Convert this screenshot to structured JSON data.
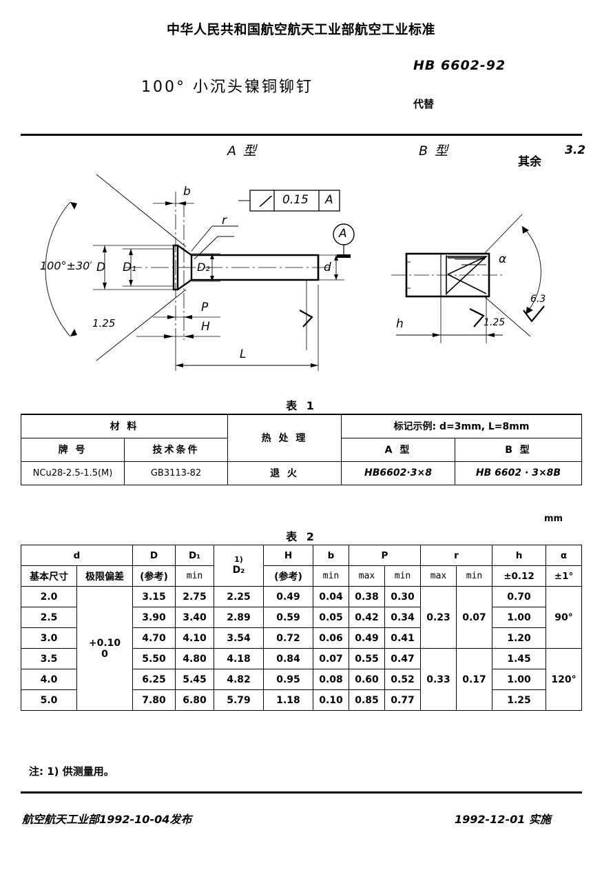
{
  "header": {
    "ministry_title": "中华人民共和国航空航天工业部航空工业标准",
    "main_title": "100° 小沉头镍铜铆钉",
    "standard_number": "HB 6602-92",
    "replaces_label": "代替"
  },
  "drawing": {
    "type_a_label": "A 型",
    "type_b_label": "B 型",
    "roughness_note": "其余",
    "roughness_value": "3.2",
    "angle_head": "100°±30′",
    "dim_D": "D",
    "dim_D1": "D₁",
    "dim_D2": "D₂",
    "dim_d": "d",
    "dim_b": "b",
    "dim_r": "r",
    "dim_P": "P",
    "dim_H": "H",
    "dim_L": "L",
    "dim_h": "h",
    "dim_alpha": "α",
    "datum_label": "A",
    "tolerance_symbol": "⟋",
    "tolerance_value": "0.15",
    "tolerance_datum": "A",
    "surface_a_1": "1.25",
    "surface_b_1": "1.25",
    "surface_b_2": "6.3"
  },
  "table1": {
    "caption": "表  1",
    "headers": {
      "material": "材          料",
      "grade": "牌      号",
      "spec": "技术条件",
      "heat_treatment": "热  处  理",
      "marking_example": "标记示例: d=3mm, L=8mm",
      "type_a": "A    型",
      "type_b": "B    型"
    },
    "row": {
      "grade": "NCu28-2.5-1.5(M)",
      "spec": "GB3113-82",
      "heat_treatment": "退      火",
      "mark_a": "HB6602·3×8",
      "mark_b": "HB 6602 ·  3×8B"
    }
  },
  "table2": {
    "caption": "表  2",
    "unit": "mm",
    "headers": {
      "d": "d",
      "d_basic": "基本尺寸",
      "d_dev": "极限偏差",
      "D": "D",
      "D_sub": "(参考)",
      "D1": "D₁",
      "D1_sub": "min",
      "D2": "D₂",
      "D2_note": "1)",
      "H": "H",
      "H_sub": "(参考)",
      "b": "b",
      "b_sub": "min",
      "P": "P",
      "P_max": "max",
      "P_min": "min",
      "r": "r",
      "r_max": "max",
      "r_min": "min",
      "h": "h",
      "h_sub": "±0.12",
      "alpha": "α",
      "alpha_sub": "±1°"
    },
    "deviation": "+0.10\n0",
    "deviation_upper": "+0.10",
    "deviation_lower": "0",
    "rows": [
      {
        "d": "2.0",
        "D": "3.15",
        "D1": "2.75",
        "D2": "2.25",
        "H": "0.49",
        "b": "0.04",
        "P_max": "0.38",
        "P_min": "0.30",
        "h": "0.70"
      },
      {
        "d": "2.5",
        "D": "3.90",
        "D1": "3.40",
        "D2": "2.89",
        "H": "0.59",
        "b": "0.05",
        "P_max": "0.42",
        "P_min": "0.34",
        "h": "1.00"
      },
      {
        "d": "3.0",
        "D": "4.70",
        "D1": "4.10",
        "D2": "3.54",
        "H": "0.72",
        "b": "0.06",
        "P_max": "0.49",
        "P_min": "0.41",
        "h": "1.20"
      },
      {
        "d": "3.5",
        "D": "5.50",
        "D1": "4.80",
        "D2": "4.18",
        "H": "0.84",
        "b": "0.07",
        "P_max": "0.55",
        "P_min": "0.47",
        "h": "1.45"
      },
      {
        "d": "4.0",
        "D": "6.25",
        "D1": "5.45",
        "D2": "4.82",
        "H": "0.95",
        "b": "0.08",
        "P_max": "0.60",
        "P_min": "0.52",
        "h": "1.00"
      },
      {
        "d": "5.0",
        "D": "7.80",
        "D1": "6.80",
        "D2": "5.79",
        "H": "1.18",
        "b": "0.10",
        "P_max": "0.85",
        "P_min": "0.77",
        "h": "1.25"
      }
    ],
    "r_groups": [
      {
        "max": "0.23",
        "min": "0.07"
      },
      {
        "max": "0.33",
        "min": "0.17"
      }
    ],
    "alpha_groups": [
      "90°",
      "120°"
    ],
    "note": "注: 1)  供测量用。"
  },
  "footer": {
    "issue": "航空航天工业部1992-10-04发布",
    "effective": "1992-12-01 实施"
  },
  "chart_data": {
    "type": "table",
    "title": "表 2 — 100° 小沉头镍铜铆钉尺寸 (mm)",
    "categories": [
      "2.0",
      "2.5",
      "3.0",
      "3.5",
      "4.0",
      "5.0"
    ],
    "xlabel": "d 基本尺寸",
    "ylabel": "尺寸 (mm)",
    "series": [
      {
        "name": "D (参考)",
        "values": [
          3.15,
          3.9,
          4.7,
          5.5,
          6.25,
          7.8
        ]
      },
      {
        "name": "D1 min",
        "values": [
          2.75,
          3.4,
          4.1,
          4.8,
          5.45,
          6.8
        ]
      },
      {
        "name": "D2 (1)",
        "values": [
          2.25,
          2.89,
          3.54,
          4.18,
          4.82,
          5.79
        ]
      },
      {
        "name": "H (参考)",
        "values": [
          0.49,
          0.59,
          0.72,
          0.84,
          0.95,
          1.18
        ]
      },
      {
        "name": "b min",
        "values": [
          0.04,
          0.05,
          0.06,
          0.07,
          0.08,
          0.1
        ]
      },
      {
        "name": "P max",
        "values": [
          0.38,
          0.42,
          0.49,
          0.55,
          0.6,
          0.85
        ]
      },
      {
        "name": "P min",
        "values": [
          0.3,
          0.34,
          0.41,
          0.47,
          0.52,
          0.77
        ]
      },
      {
        "name": "r max",
        "values": [
          0.23,
          0.23,
          0.23,
          0.33,
          0.33,
          0.33
        ]
      },
      {
        "name": "r min",
        "values": [
          0.07,
          0.07,
          0.07,
          0.17,
          0.17,
          0.17
        ]
      },
      {
        "name": "h ±0.12",
        "values": [
          0.7,
          1.0,
          1.2,
          1.45,
          1.0,
          1.25
        ]
      },
      {
        "name": "α ±1°",
        "values": [
          90,
          90,
          90,
          120,
          120,
          120
        ]
      }
    ]
  }
}
